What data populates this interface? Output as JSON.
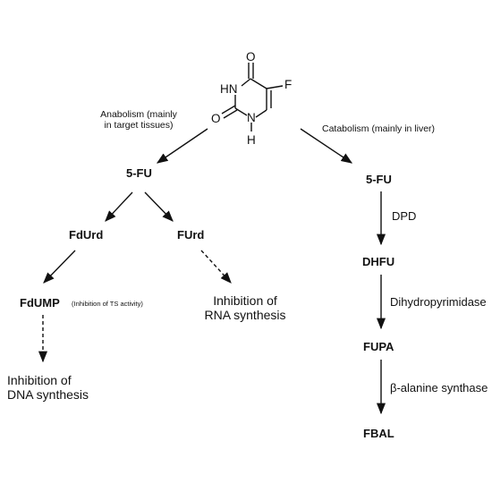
{
  "molecule": {
    "labels": {
      "top_o": "O",
      "hn": "HN",
      "f": "F",
      "left_o": "O",
      "n": "N",
      "h": "H"
    }
  },
  "branches": {
    "anabolism_label_line1": "Anabolism (mainly",
    "anabolism_label_line2": "in target tissues)",
    "catabolism_label": "Catabolism (mainly in liver)"
  },
  "anabolic": {
    "fu": "5-FU",
    "fdurd": "FdUrd",
    "furd": "FUrd",
    "fdump": "FdUMP",
    "fdump_note": "(Inhibition of TS activity)",
    "dna_line1": "Inhibition of",
    "dna_line2": "DNA synthesis",
    "rna_line1": "Inhibition of",
    "rna_line2": "RNA synthesis"
  },
  "catabolic": {
    "fu": "5-FU",
    "enzyme1": "DPD",
    "dhfu": "DHFU",
    "enzyme2": "Dihydropyrimidase",
    "fupa": "FUPA",
    "enzyme3": "β-alanine synthase",
    "fbal": "FBAL"
  }
}
